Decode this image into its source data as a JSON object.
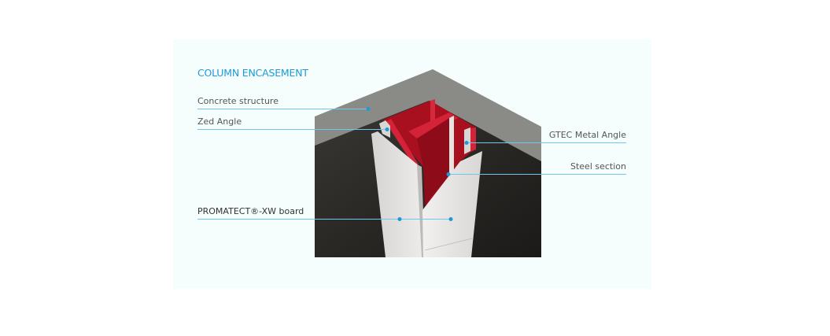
{
  "title": "COLUMN ENCASEMENT",
  "labels": {
    "concrete": "Concrete structure",
    "zed": "Zed Angle",
    "gtec": "GTEC Metal Angle",
    "steel": "Steel section",
    "board": "PROMATECT®-XW board"
  },
  "colors": {
    "title": "#1e9ad6",
    "leader": "#6cc8ef",
    "dot": "#1e9ad6",
    "concrete": "#8a8a87",
    "steel": "#c0142a",
    "board": "#e4e2e0"
  }
}
